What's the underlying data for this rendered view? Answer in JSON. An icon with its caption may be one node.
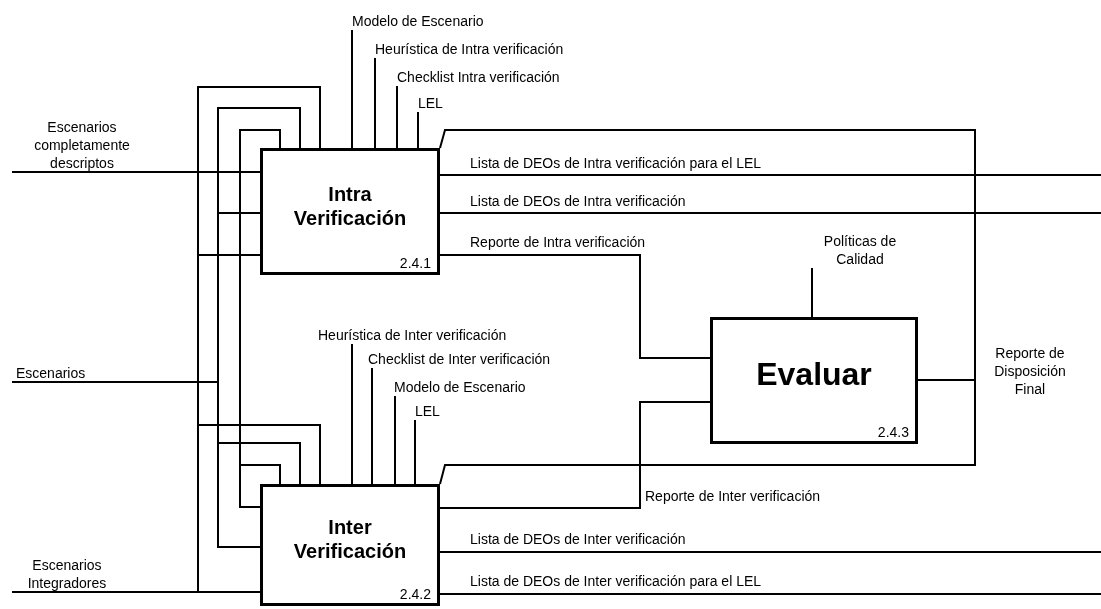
{
  "diagram": {
    "nodes": [
      {
        "text": [
          "Modelo de Escenario"
        ]
      },
      {
        "text": [
          "Heurística de Intra verificación"
        ]
      },
      {
        "text": [
          "Checklist Intra verificación"
        ]
      },
      {
        "text": [
          "LEL"
        ]
      },
      {
        "text": [
          "Escenarios completamente descriptos"
        ]
      },
      {
        "text": [
          "Intra Verificación",
          "2.4.1"
        ]
      },
      {
        "text": [
          "Políticas de Calidad"
        ]
      },
      {
        "text": [
          "Heurística de Inter verificación"
        ]
      },
      {
        "text": [
          "Checklist de Inter verificación"
        ]
      },
      {
        "text": [
          "Escenarios"
        ]
      },
      {
        "text": [
          "Modelo de Escenario"
        ]
      },
      {
        "text": [
          "Evaluar",
          "2.4.3"
        ]
      },
      {
        "text": [
          "LEL"
        ]
      },
      {
        "text": [
          "Escenarios Integradores"
        ]
      },
      {
        "text": [
          "Inter Verificación",
          "2.4.2"
        ]
      }
    ],
    "edges": [
      {
        "from": 0,
        "to": 5,
        "arrow": "none"
      },
      {
        "from": 1,
        "to": 5,
        "arrow": "none"
      },
      {
        "from": 2,
        "to": 5,
        "arrow": "none"
      },
      {
        "from": 3,
        "to": 5,
        "arrow": "none"
      },
      {
        "from": 4,
        "to": 5,
        "arrow": "none"
      },
      {
        "from": 4,
        "to": 14,
        "arrow": "none"
      },
      {
        "from": 9,
        "to": 5,
        "arrow": "none"
      },
      {
        "from": 9,
        "to": 14,
        "arrow": "none"
      },
      {
        "from": 13,
        "to": 5,
        "arrow": "none"
      },
      {
        "from": 13,
        "to": 14,
        "arrow": "none"
      },
      {
        "from": 5,
        "to": null,
        "arrow": "none",
        "label": "Lista de DEOs de Intra verificación para el LEL"
      },
      {
        "from": 5,
        "to": null,
        "arrow": "none",
        "label": "Lista de DEOs de Intra verificación"
      },
      {
        "from": 5,
        "to": 11,
        "arrow": "none",
        "label": "Reporte de Intra verificación"
      },
      {
        "from": 6,
        "to": 11,
        "arrow": "none"
      },
      {
        "from": 11,
        "to": 5,
        "arrow": "none",
        "label": "Reporte de Disposición Final"
      },
      {
        "from": 11,
        "to": 14,
        "arrow": "none"
      },
      {
        "from": 7,
        "to": 14,
        "arrow": "none"
      },
      {
        "from": 8,
        "to": 14,
        "arrow": "none"
      },
      {
        "from": 10,
        "to": 14,
        "arrow": "none"
      },
      {
        "from": 12,
        "to": 14,
        "arrow": "none"
      },
      {
        "from": 14,
        "to": 11,
        "arrow": "none",
        "label": "Reporte de Inter verificación"
      },
      {
        "from": 14,
        "to": null,
        "arrow": "none",
        "label": "Lista de DEOs de Inter verificación"
      },
      {
        "from": 14,
        "to": null,
        "arrow": "none",
        "label": "Lista de DEOs de Inter verificación para el LEL"
      }
    ]
  }
}
